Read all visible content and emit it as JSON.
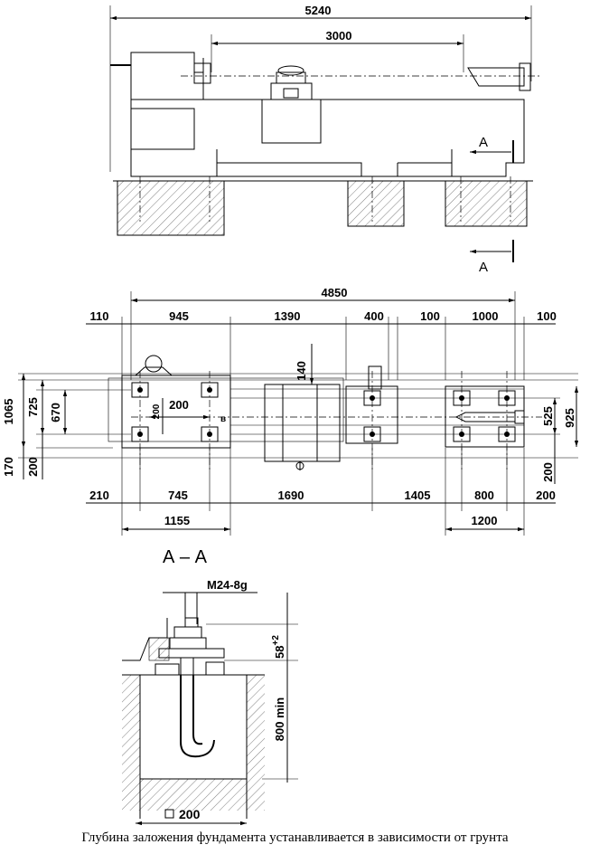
{
  "top_view": {
    "dim_overall": "5240",
    "dim_centers": "3000",
    "section_mark_upper": "А",
    "section_mark_lower": "А"
  },
  "plan_view": {
    "dim_total": "4850",
    "dims_top": [
      "110",
      "945",
      "1390",
      "400",
      "100",
      "1000",
      "100"
    ],
    "dims_bottom": [
      "210",
      "745",
      "1690",
      "1405",
      "800",
      "200"
    ],
    "dim_1155": "1155",
    "dim_1200": "1200",
    "dim_140": "140",
    "dim_200_inner": "200",
    "dims_left": [
      "1065",
      "725",
      "670",
      "170",
      "200"
    ],
    "dims_right": [
      "525",
      "925",
      "200"
    ],
    "vertical_200_left": "200",
    "label_b": "в"
  },
  "section_view": {
    "title": "А – А",
    "thread": "M24-8g",
    "depth_tolerance": "58",
    "depth_tolerance_sup": "+2",
    "depth_min": "800 min",
    "square_size": "200"
  },
  "caption": "Глубина заложения фундамента устанавливается в зависимости от грунта"
}
